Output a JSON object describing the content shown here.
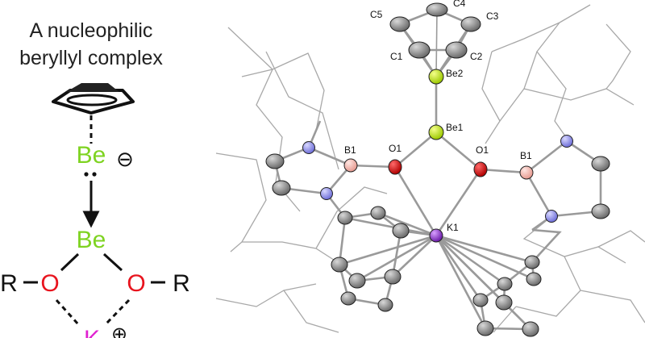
{
  "title": {
    "line1": "A nucleophilic",
    "line2": "beryllyl complex"
  },
  "scheme": {
    "be_top": "Be",
    "be_top_charge": "⊖",
    "be_bottom": "Be",
    "r_left": "R",
    "r_right": "R",
    "o_left": "O",
    "o_right": "O",
    "k": "K",
    "k_charge": "⊕",
    "colors": {
      "be": "#7ed321",
      "o": "#e8141e",
      "k": "#e020d0",
      "bond": "#111111"
    }
  },
  "structure": {
    "labels": {
      "c5": "C5",
      "c4": "C4",
      "c3": "C3",
      "c1": "C1",
      "c2": "C2",
      "be2": "Be2",
      "be1": "Be1",
      "o1_left": "O1",
      "o1_right": "O1",
      "b1_left": "B1",
      "b1_right": "B1",
      "k1": "K1"
    },
    "colors": {
      "carbon": "#7f7f7f",
      "beryllium": "#b7e000",
      "oxygen": "#d10000",
      "boron": "#f3b0a8",
      "nitrogen": "#8a8ae6",
      "potassium": "#8a2ec8",
      "wire": "#a8a8a8",
      "bond": "#9a9a9a"
    }
  }
}
